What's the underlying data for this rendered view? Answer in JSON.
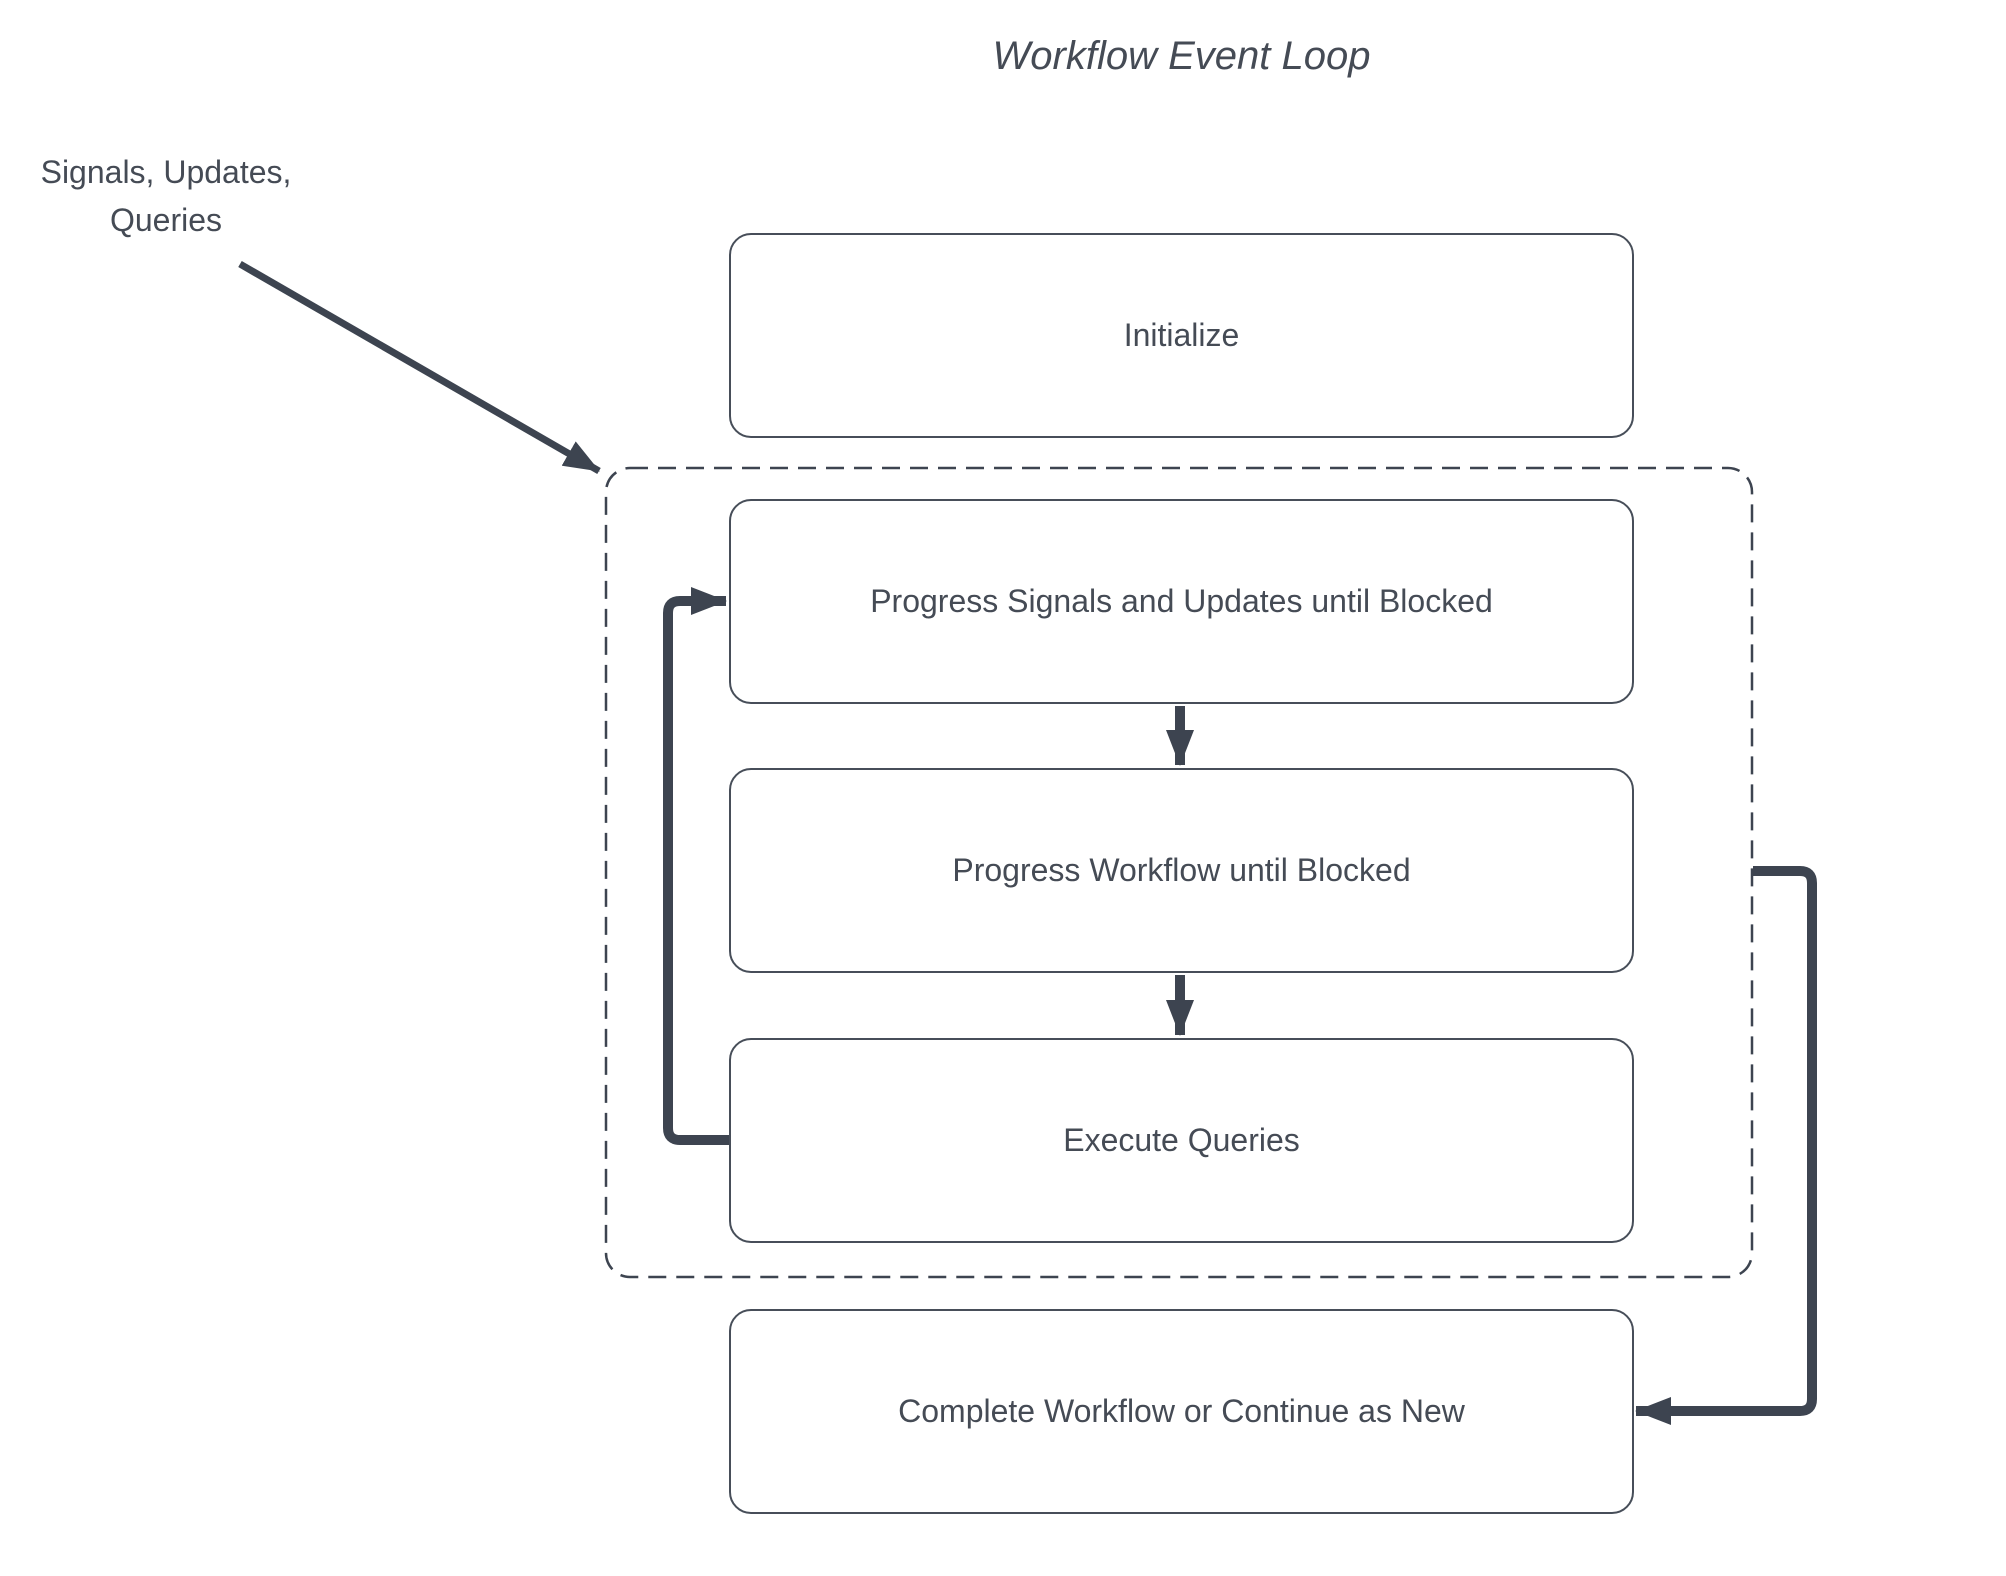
{
  "title": "Workflow Event Loop",
  "annotation": {
    "line1": "Signals, Updates,",
    "line2": "Queries"
  },
  "nodes": [
    {
      "id": "initialize",
      "label": "Initialize"
    },
    {
      "id": "progress-signals",
      "label": "Progress Signals and Updates until Blocked"
    },
    {
      "id": "progress-workflow",
      "label": "Progress Workflow until Blocked"
    },
    {
      "id": "execute-queries",
      "label": "Execute Queries"
    },
    {
      "id": "complete",
      "label": "Complete Workflow or Continue as New"
    }
  ],
  "palette": {
    "line_color": "#3d4450",
    "box_border_color": "#474e59",
    "text_color": "#454b55",
    "bg_color": "#ffffff"
  }
}
